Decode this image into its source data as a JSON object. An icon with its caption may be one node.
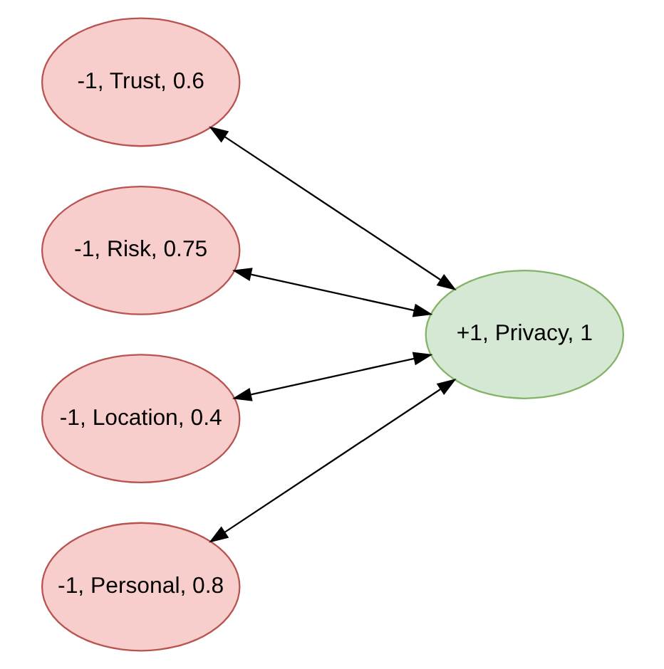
{
  "diagram": {
    "nodes": [
      {
        "text": [
          "-1, Trust, 0.6"
        ]
      },
      {
        "text": [
          "-1, Risk, 0.75"
        ]
      },
      {
        "text": [
          "-1, Location, 0.4"
        ]
      },
      {
        "text": [
          "-1, Personal, 0.8"
        ]
      },
      {
        "text": [
          "+1, Privacy, 1"
        ]
      }
    ],
    "edges": [
      {
        "from": 0,
        "to": 4,
        "arrow": "both"
      },
      {
        "from": 1,
        "to": 4,
        "arrow": "both"
      },
      {
        "from": 2,
        "to": 4,
        "arrow": "both"
      },
      {
        "from": 3,
        "to": 4,
        "arrow": "both"
      }
    ]
  }
}
